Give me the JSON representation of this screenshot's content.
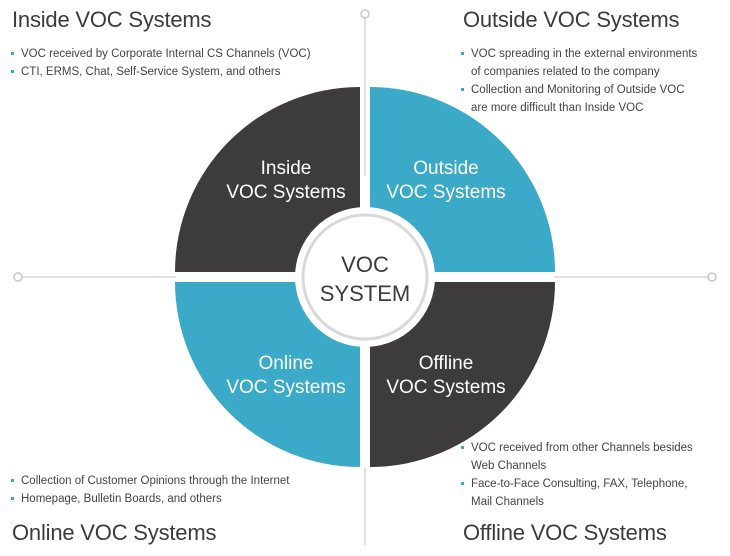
{
  "colors": {
    "dark": "#3d3b3c",
    "accent": "#3ba9c8",
    "line": "#d6d6d6"
  },
  "headings": {
    "inside": "Inside VOC Systems",
    "outside": "Outside VOC Systems",
    "online": "Online VOC Systems",
    "offline": "Offline VOC Systems"
  },
  "notes": {
    "inside": [
      "VOC received by Corporate Internal CS Channels (VOC)",
      "CTI, ERMS, Chat, Self-Service System, and others"
    ],
    "outside": [
      [
        "VOC spreading in the external environments",
        "of companies related to the company"
      ],
      [
        "Collection and Monitoring of Outside VOC",
        "are more difficult than Inside VOC"
      ]
    ],
    "online": [
      "Collection of Customer Opinions through the Internet",
      "Homepage, Bulletin Boards, and others"
    ],
    "offline": [
      [
        "VOC received from other Channels besides",
        "Web Channels"
      ],
      [
        "Face-to-Face Consulting, FAX, Telephone,",
        "Mail Channels"
      ]
    ]
  },
  "quadrants": {
    "inside": [
      "Inside",
      "VOC Systems"
    ],
    "outside": [
      "Outside",
      "VOC Systems"
    ],
    "online": [
      "Online",
      "VOC Systems"
    ],
    "offline": [
      "Offline",
      "VOC Systems"
    ]
  },
  "center": [
    "VOC",
    "SYSTEM"
  ]
}
